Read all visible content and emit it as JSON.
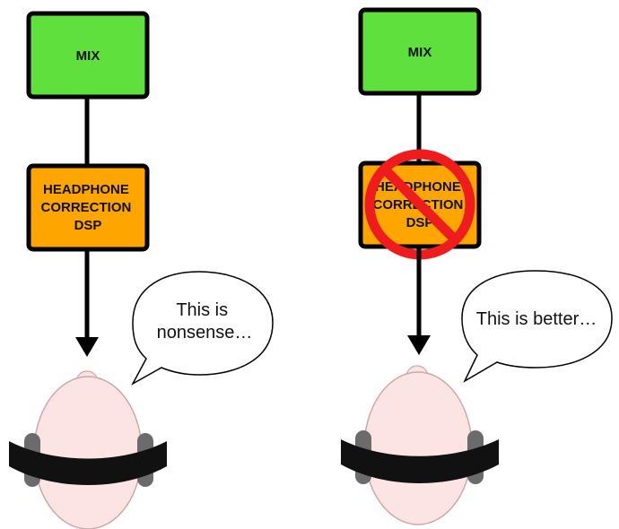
{
  "left": {
    "mix_label": "MIX",
    "dsp_lines": [
      "HEADPHONE",
      "CORRECTION",
      "DSP"
    ],
    "speech_lines": [
      "This is",
      "nonsense…"
    ]
  },
  "right": {
    "mix_label": "MIX",
    "dsp_lines": [
      "HEADPHONE",
      "CORRECTION",
      "DSP"
    ],
    "speech_lines": [
      "This is better…"
    ]
  },
  "colors": {
    "mix_fill": "#5fe03c",
    "dsp_fill": "#ffa500",
    "prohibit": "#ee1c1c",
    "head_fill": "#fde4e4",
    "headband": "#111111",
    "earcup": "#6b6b6b"
  }
}
